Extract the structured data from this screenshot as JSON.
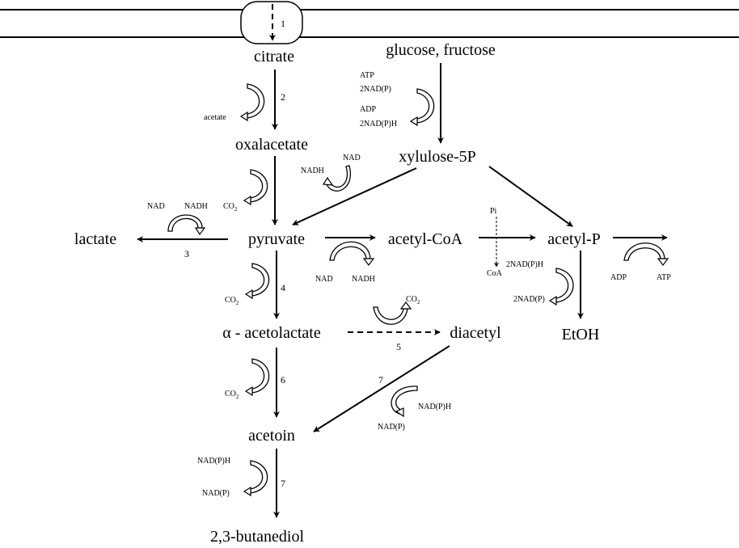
{
  "metabolites": {
    "citrate": "citrate",
    "glucose_fructose": "glucose, fructose",
    "oxalacetate": "oxalacetate",
    "xylulose_5p": "xylulose-5P",
    "lactate": "lactate",
    "pyruvate": "pyruvate",
    "acetyl_coa": "acetyl-CoA",
    "acetyl_p": "acetyl-P",
    "alpha_acetolactate": "α - acetolactate",
    "diacetyl": "diacetyl",
    "etoh": "EtOH",
    "acetoin": "acetoin",
    "butanediol": "2,3-butanediol"
  },
  "cofactors": {
    "acetate": "acetate",
    "atp_glc": "ATP",
    "nadp_glc": "2NAD(P)",
    "adp_glc": "ADP",
    "nadph_glc": "2NAD(P)H",
    "nad_xyl": "NAD",
    "nadh_xyl": "NADH",
    "nad_lac": "NAD",
    "nadh_lac": "NADH",
    "co2_pyr": "CO",
    "pi": "Pi",
    "coa": "CoA",
    "nadph_etoh": "2NAD(P)H",
    "nadp_etoh": "2NAD(P)",
    "adp_ap": "ADP",
    "atp_ap": "ATP",
    "nad_acoa": "NAD",
    "nadh_acoa": "NADH",
    "co2_ala": "CO",
    "co2_dia": "CO",
    "co2_acetoin": "CO",
    "nadph_dia": "NAD(P)H",
    "nadp_dia": "NAD(P)",
    "nadph_bdo": "NAD(P)H",
    "nadp_bdo": "NAD(P)",
    "subscript_2": "2"
  },
  "steps": {
    "s1": "1",
    "s2": "2",
    "s3": "3",
    "s4": "4",
    "s5": "5",
    "s6": "6",
    "s7a": "7",
    "s7b": "7"
  }
}
